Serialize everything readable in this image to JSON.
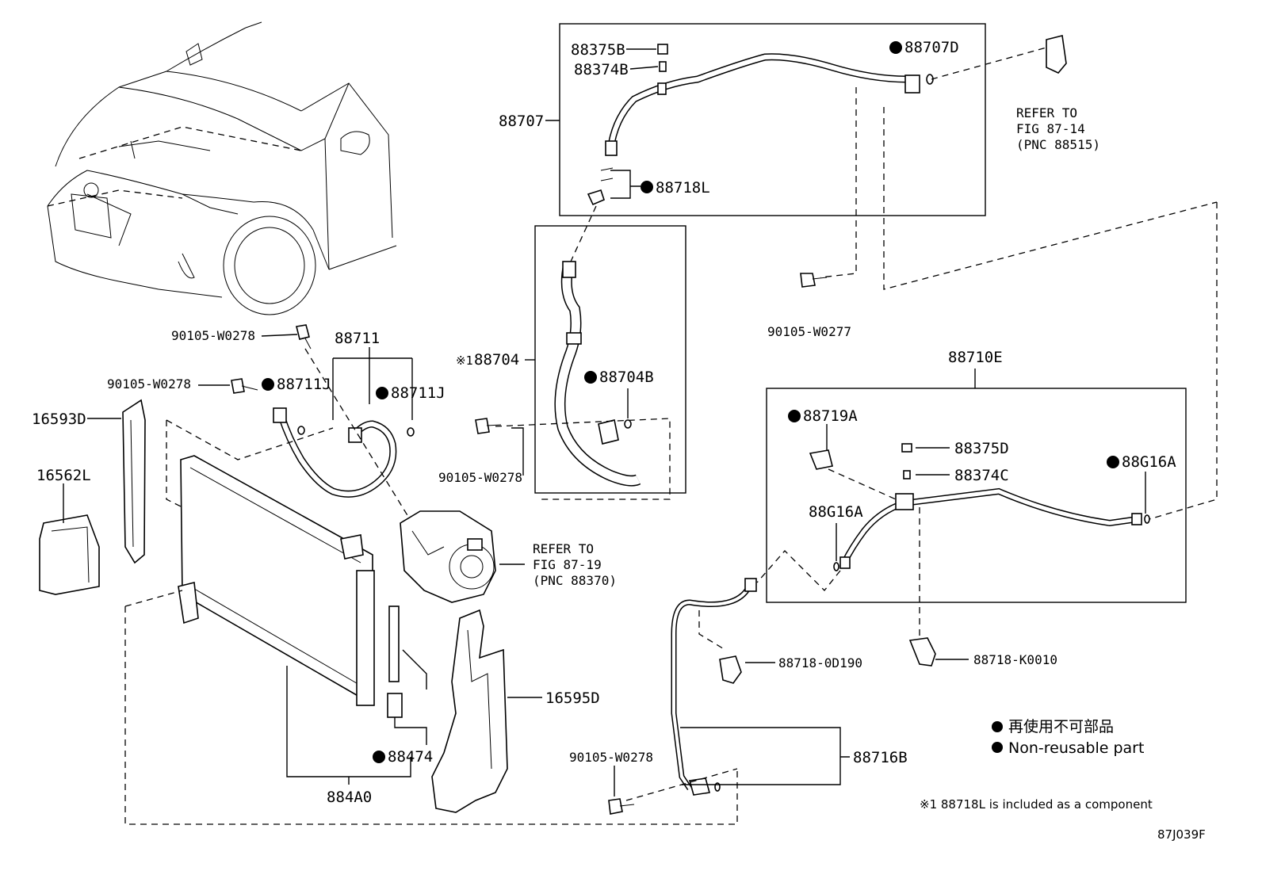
{
  "labels": {
    "p88375B": "88375B",
    "p88374B": "88374B",
    "p88707": "88707",
    "p88707D": "88707D",
    "p88718L": "88718L",
    "refer1_l1": "REFER TO",
    "refer1_l2": "FIG 87-14",
    "refer1_l3": "(PNC 88515)",
    "p90105_W0277": "90105-W0277",
    "p88704": "88704",
    "p88704_prefix": "※1",
    "p88704B": "88704B",
    "p90105_W0278_a": "90105-W0278",
    "p90105_W0278_b": "90105-W0278",
    "p90105_W0278_c": "90105-W0278",
    "p90105_W0278_d": "90105-W0278",
    "p88711": "88711",
    "p88711J_a": "88711J",
    "p88711J_b": "88711J",
    "p16593D": "16593D",
    "p16562L": "16562L",
    "refer2_l1": "REFER TO",
    "refer2_l2": "FIG 87-19",
    "refer2_l3": "(PNC 88370)",
    "p88710E": "88710E",
    "p88719A": "88719A",
    "p88375D": "88375D",
    "p88374C": "88374C",
    "p88G16A_a": "88G16A",
    "p88G16A_b": "88G16A",
    "p88718_0D190": "88718-0D190",
    "p88718_K0010": "88718-K0010",
    "p16595D": "16595D",
    "p88474": "88474",
    "p884A0": "884A0",
    "p88716B": "88716B"
  },
  "legend": {
    "jp": "再使用不可部品",
    "en": "Non-reusable part"
  },
  "footnote": "※1 88718L is included as a component",
  "figure_id": "87J039F"
}
